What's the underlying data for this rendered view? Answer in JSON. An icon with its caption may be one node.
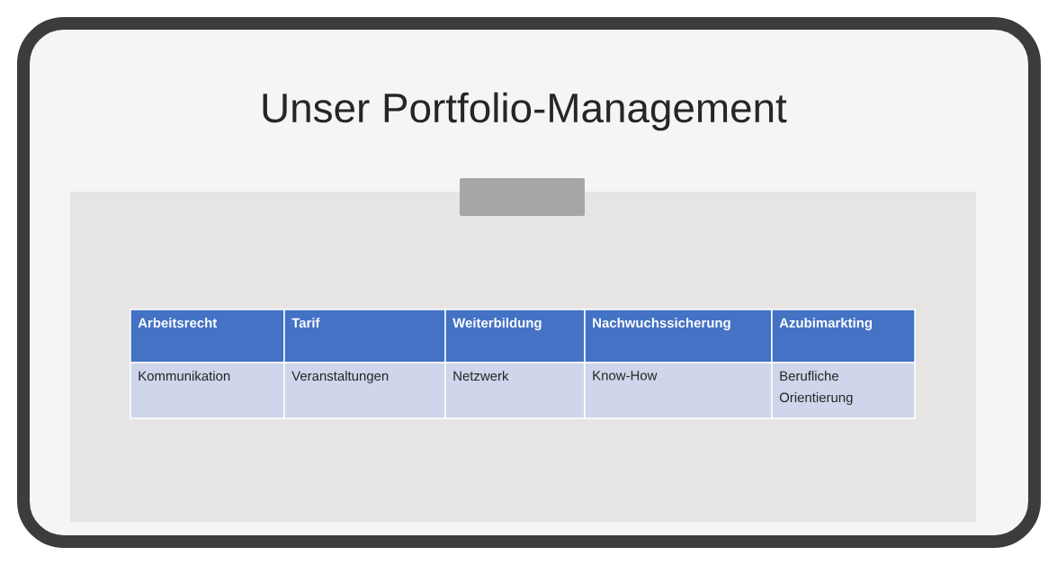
{
  "diagram": {
    "title": "Unser Portfolio-Management",
    "labels": [
      "Arbeitsrecht",
      "Tarif",
      "Weiterbildung",
      "Nachwuchssicherung",
      "Azubimarkting",
      "Kommunikation",
      "Veranstaltungen",
      "Netzwerk",
      "Know-How",
      "Berufliche Orientierung"
    ]
  }
}
